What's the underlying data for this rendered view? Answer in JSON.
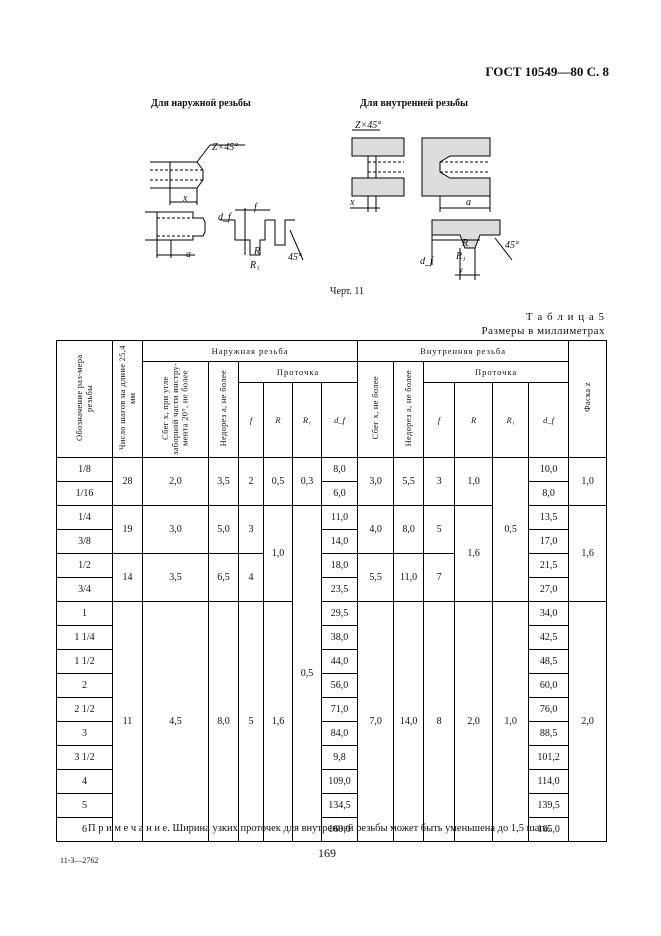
{
  "header": "ГОСТ 10549—80 С. 8",
  "figure": {
    "caption_outer": "Для наружной резьбы",
    "caption_inner": "Для внутренней резьбы",
    "chamfer_label": "Z×45°",
    "x_label": "x",
    "a_label": "a",
    "f_label": "f",
    "R_label": "R",
    "R1_label": "R₁",
    "df_label": "d_f",
    "angle_label": "45°",
    "caption": "Черт. 11"
  },
  "table": {
    "title": "Т а б л и ц а 5",
    "units": "Размеры в миллиметрах",
    "headers": {
      "designation": "Обозначение раз-мера резьбы",
      "threads": "Число шагов на длине 25,4 мм",
      "outer_group": "Наружная резьба",
      "outer_runout": "Сбег x, при угле заборной части инстру-мента 20°, не более",
      "outer_undercut": "Недорез a, не более",
      "groove": "Проточка",
      "f": "f",
      "R": "R",
      "R1": "R₁",
      "df": "d_f",
      "inner_group": "Внутренняя резьба",
      "inner_runout": "Сбег x, не более",
      "inner_undercut": "Недорез a, не более",
      "chamfer": "Фаска z"
    },
    "rows": [
      {
        "des": "1/8",
        "odf": "8,0",
        "idf": "10,0"
      },
      {
        "des": "1/16",
        "odf": "6,0",
        "idf": "8,0"
      },
      {
        "des": "1/4",
        "odf": "11,0",
        "idf": "13,5"
      },
      {
        "des": "3/8",
        "odf": "14,0",
        "idf": "17,0"
      },
      {
        "des": "1/2",
        "odf": "18,0",
        "idf": "21,5"
      },
      {
        "des": "3/4",
        "odf": "23,5",
        "idf": "27,0"
      },
      {
        "des": "1",
        "odf": "29,5",
        "idf": "34,0"
      },
      {
        "des": "1 1/4",
        "odf": "38,0",
        "idf": "42,5"
      },
      {
        "des": "1 1/2",
        "odf": "44,0",
        "idf": "48,5"
      },
      {
        "des": "2",
        "odf": "56,0",
        "idf": "60,0"
      },
      {
        "des": "2 1/2",
        "odf": "71,0",
        "idf": "76,0"
      },
      {
        "des": "3",
        "odf": "84,0",
        "idf": "88,5"
      },
      {
        "des": "3 1/2",
        "odf": "9,8",
        "idf": "101,2"
      },
      {
        "des": "4",
        "odf": "109,0",
        "idf": "114,0"
      },
      {
        "des": "5",
        "odf": "134,5",
        "idf": "139,5"
      },
      {
        "des": "6",
        "odf": "160,0",
        "idf": "165,0"
      }
    ],
    "merged": {
      "g1": {
        "n": "28",
        "x": "2,0",
        "a": "3,5",
        "f": "2",
        "R": "0,5",
        "R1": "0,3",
        "ix": "3,0",
        "ia": "5,5",
        "if": "3",
        "iR": "1,0",
        "z": "1,0"
      },
      "g2": {
        "n": "19",
        "x": "3,0",
        "a": "5,0",
        "f": "3",
        "R": "1,0",
        "ix": "4,0",
        "ia": "8,0",
        "if": "5",
        "iR": "1,6",
        "iR1": "0,5",
        "z": "1,6"
      },
      "g3": {
        "n": "14",
        "x": "3,5",
        "a": "6,5",
        "f": "4",
        "ix": "5,5",
        "ia": "11,0",
        "if": "7"
      },
      "g4": {
        "n": "11",
        "x": "4,5",
        "a": "8,0",
        "f": "5",
        "R": "1,6",
        "R1": "0,5",
        "ix": "7,0",
        "ia": "14,0",
        "if": "8",
        "iR": "2,0",
        "iR1": "1,0",
        "z": "2,0"
      }
    }
  },
  "note": "П р и м е ч а н и е. Ширина узких проточек для внутренней резьбы может быть уменьшена до 1,5 шага.",
  "footer_code": "11-3—2762",
  "page_number": "169"
}
